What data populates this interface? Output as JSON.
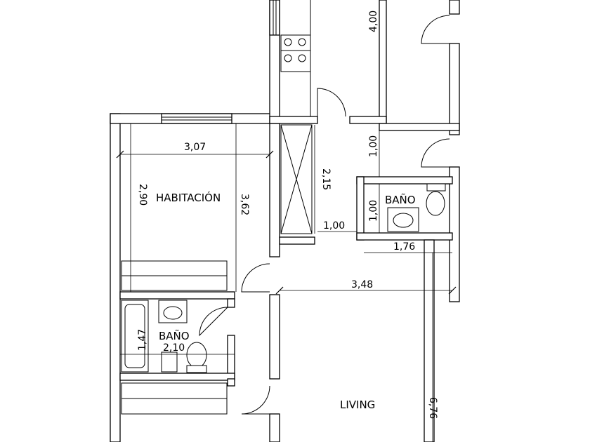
{
  "rooms": {
    "habitacion": "HABITACIÓN",
    "bano_1": "BAÑO",
    "bano_2": "BAÑO",
    "living": "LIVING"
  },
  "dimensions": {
    "kitchen_height": "4,00",
    "bedroom_width": "3,07",
    "bedroom_height_left": "2,90",
    "bedroom_height_right": "3,62",
    "closet_height": "2,15",
    "corridor_width": "1,00",
    "hall_height": "1,00",
    "bath_height": "1,00",
    "bath_width": "1,76",
    "living_width": "3,48",
    "bath2_height": "1,47",
    "bath2_width": "2,10",
    "living_height": "6,76"
  },
  "colors": {
    "line": "#000000",
    "background": "#ffffff"
  }
}
